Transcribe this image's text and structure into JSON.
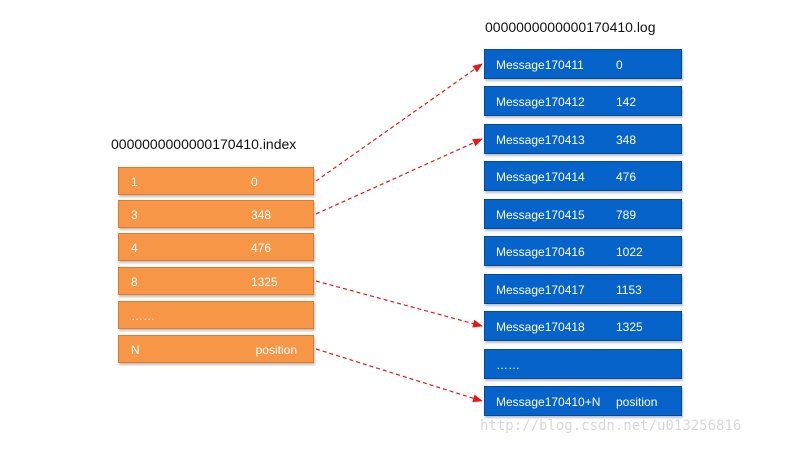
{
  "log": {
    "title": "0000000000000170410.log",
    "rows": [
      {
        "message": "Message170411",
        "offset": "0"
      },
      {
        "message": "Message170412",
        "offset": "142"
      },
      {
        "message": "Message170413",
        "offset": "348"
      },
      {
        "message": "Message170414",
        "offset": "476"
      },
      {
        "message": "Message170415",
        "offset": "789"
      },
      {
        "message": "Message170416",
        "offset": "1022"
      },
      {
        "message": "Message170417",
        "offset": "1153"
      },
      {
        "message": "Message170418",
        "offset": "1325"
      },
      {
        "message": "……",
        "offset": ""
      },
      {
        "message": "Message170410+N",
        "offset": "position"
      }
    ]
  },
  "index": {
    "title": "0000000000000170410.index",
    "rows": [
      {
        "key": "1",
        "value": "0"
      },
      {
        "key": "3",
        "value": "348"
      },
      {
        "key": "4",
        "value": "476"
      },
      {
        "key": "8",
        "value": "1325"
      },
      {
        "key": "……",
        "value": ""
      },
      {
        "key": "N",
        "value": "position"
      }
    ]
  },
  "links": [
    {
      "from_index_row": 0,
      "to_log_row": 0
    },
    {
      "from_index_row": 1,
      "to_log_row": 2
    },
    {
      "from_index_row": 3,
      "to_log_row": 7
    },
    {
      "from_index_row": 5,
      "to_log_row": 9
    }
  ],
  "colors": {
    "index_fill": "#f79646",
    "log_fill": "#0563c9",
    "arrow": "#e41a1a"
  },
  "watermark": "http://blog.csdn.net/u013256816"
}
